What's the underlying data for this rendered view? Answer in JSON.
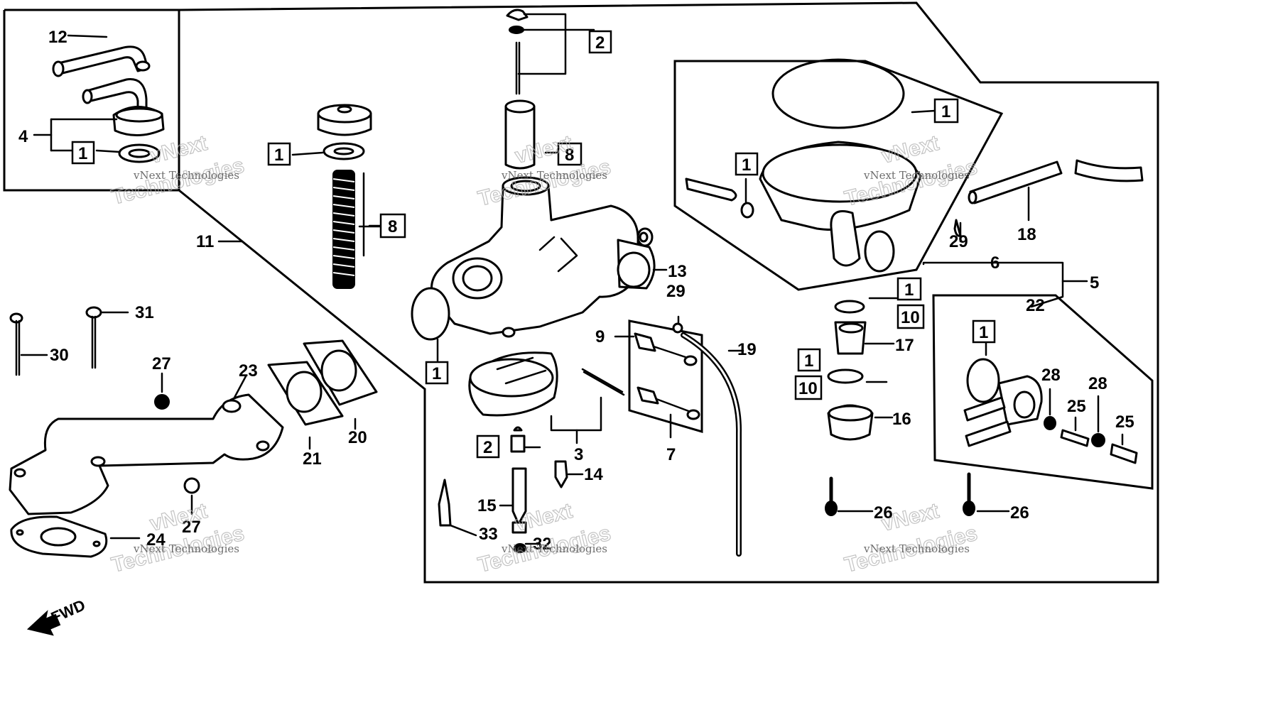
{
  "diagram": {
    "callouts": {
      "c1a": "1",
      "c1b": "1",
      "c1c": "1",
      "c1d": "1",
      "c1e": "1",
      "c1f": "1",
      "c1g": "1",
      "c1h": "1",
      "c2a": "2",
      "c2b": "2",
      "c3": "3",
      "c4": "4",
      "c5": "5",
      "c6": "6",
      "c7": "7",
      "c8a": "8",
      "c8b": "8",
      "c9": "9",
      "c10a": "10",
      "c10b": "10",
      "c11": "11",
      "c12": "12",
      "c13": "13",
      "c14": "14",
      "c15": "15",
      "c16": "16",
      "c17": "17",
      "c18": "18",
      "c19": "19",
      "c20": "20",
      "c21": "21",
      "c22": "22",
      "c23": "23",
      "c24": "24",
      "c25a": "25",
      "c25b": "25",
      "c26a": "26",
      "c26b": "26",
      "c27a": "27",
      "c27b": "27",
      "c28a": "28",
      "c28b": "28",
      "c29a": "29",
      "c29b": "29",
      "c30": "30",
      "c31": "31",
      "c32": "32",
      "c33": "33"
    },
    "direction_label": "FWD",
    "watermark": {
      "brand": "vNext",
      "name": "Technologies",
      "full": "vNext Technologies"
    }
  }
}
